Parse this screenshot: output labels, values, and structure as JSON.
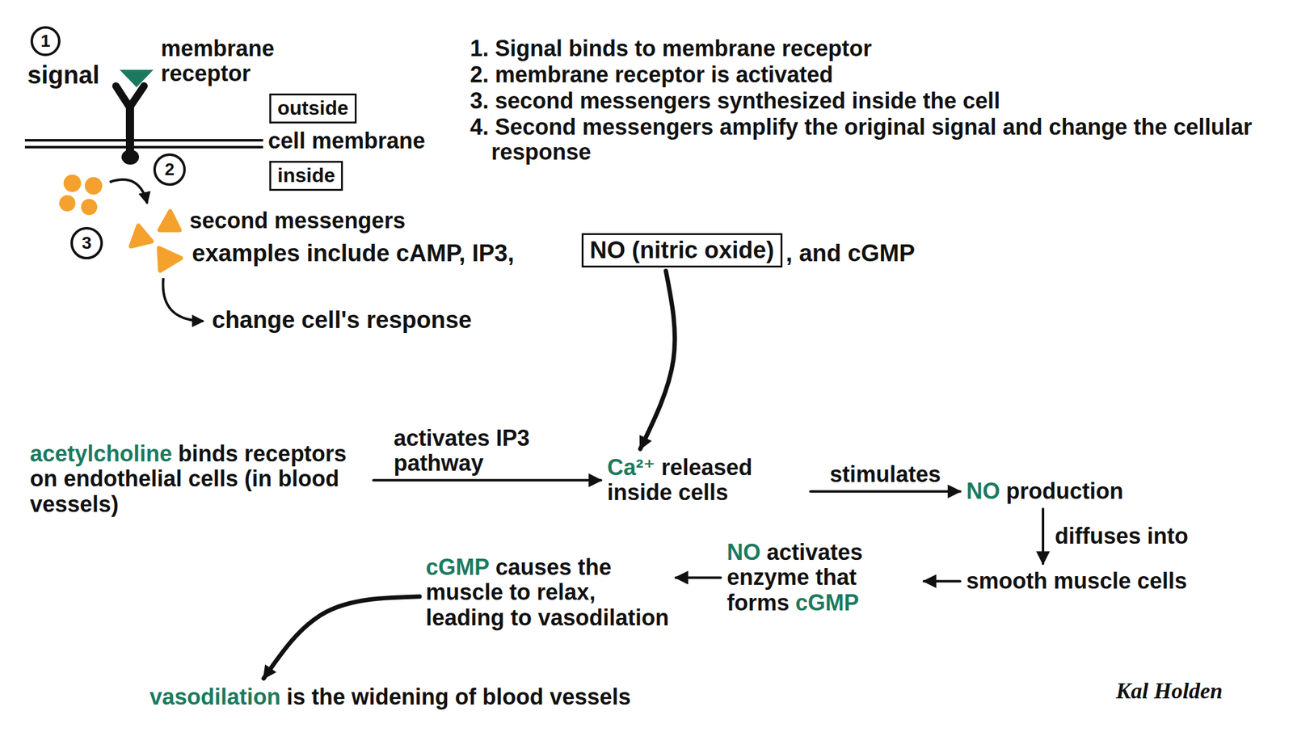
{
  "diagram": {
    "nodes": [
      {
        "text": [
          "outside"
        ]
      },
      {
        "text": [
          "inside"
        ]
      },
      {
        "text": [
          "NO (nitric oxide)"
        ]
      },
      {
        "text": [
          "acetylcholine",
          "binds receptors on endothelial cells (in blood vessels)"
        ]
      },
      {
        "text": [
          "Ca²⁺",
          "released inside cells"
        ]
      },
      {
        "text": [
          "NO",
          "production"
        ]
      },
      {
        "text": [
          "smooth muscle cells"
        ]
      },
      {
        "text": [
          "NO",
          "activates enzyme that forms",
          "cGMP"
        ]
      },
      {
        "text": [
          "cGMP",
          "causes the muscle to relax, leading to vasodilation"
        ]
      },
      {
        "text": [
          "vasodilation",
          "is the widening of blood vessels"
        ]
      }
    ],
    "edges": [
      {
        "from": 2,
        "to": 4,
        "arrow": "to"
      },
      {
        "from": 3,
        "to": 4,
        "label": "activates IP3 pathway",
        "arrow": "to"
      },
      {
        "from": 4,
        "to": 5,
        "label": "stimulates",
        "arrow": "to"
      },
      {
        "from": 5,
        "to": 6,
        "label": "diffuses into",
        "arrow": "to"
      },
      {
        "from": 6,
        "to": 7,
        "arrow": "to"
      },
      {
        "from": 7,
        "to": 8,
        "arrow": "to"
      },
      {
        "from": 8,
        "to": 9,
        "arrow": "to"
      }
    ],
    "labels": [
      "1",
      "signal",
      "membrane receptor",
      "cell membrane",
      "2",
      "3",
      "second messengers",
      "examples include cAMP, IP3,",
      ", and cGMP",
      "change cell's response",
      "1. Signal binds to membrane receptor",
      "2. membrane receptor is activated",
      "3. second messengers synthesized inside the cell",
      "4. Second messengers amplify the original signal and change the cellular response",
      "Kal Holden"
    ]
  }
}
